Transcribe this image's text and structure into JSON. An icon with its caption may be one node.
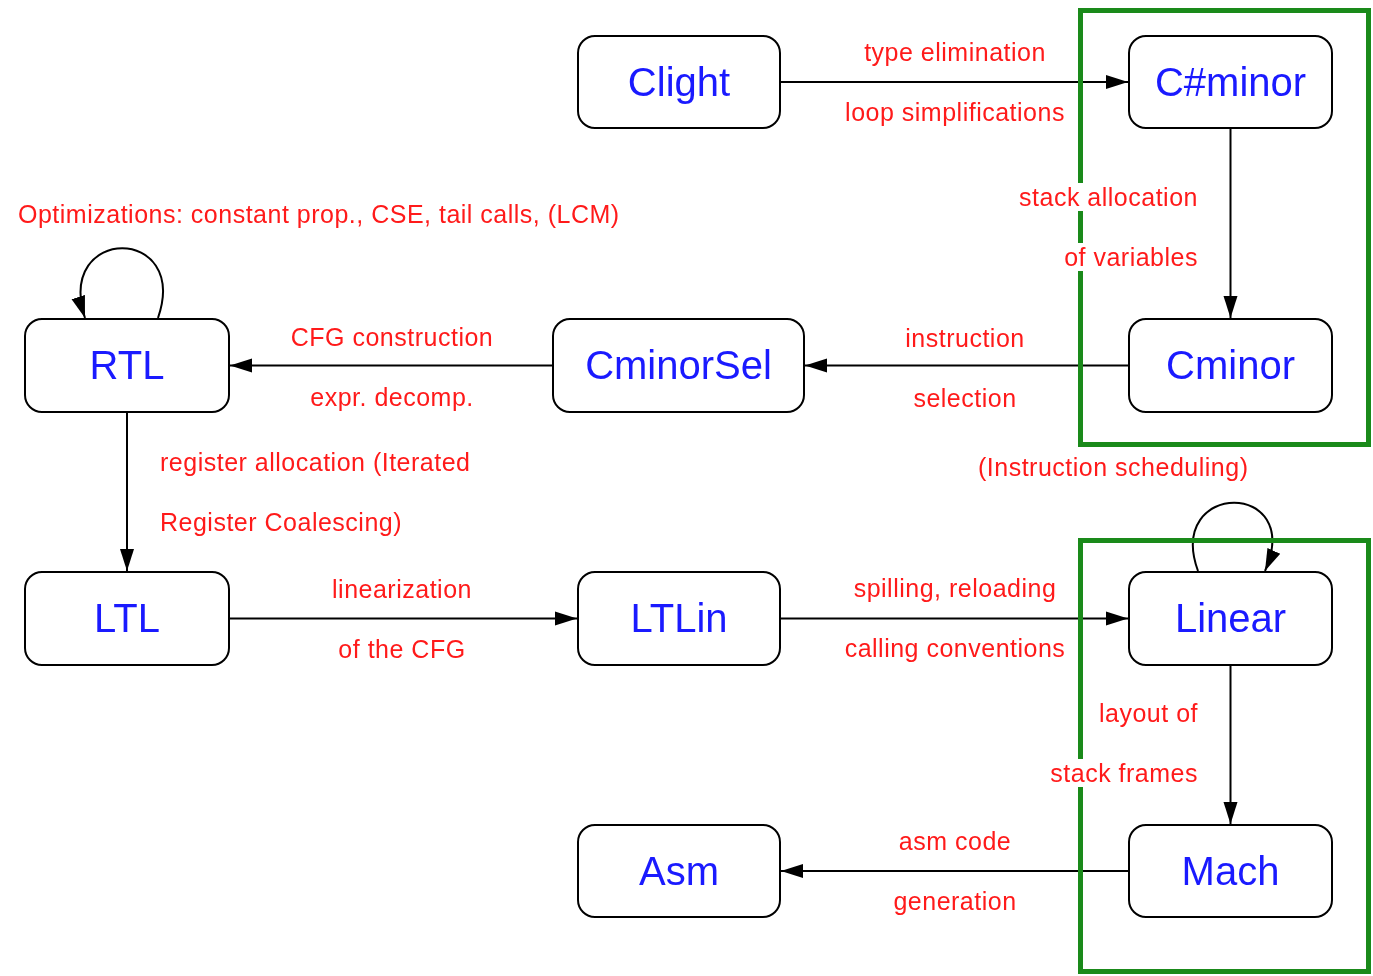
{
  "diagram": {
    "nodes": [
      {
        "text": [
          "Clight"
        ]
      },
      {
        "text": [],
        "shape": "box"
      },
      {
        "text": [
          "C#minor"
        ],
        "in": 1
      },
      {
        "text": [
          "Cminor"
        ],
        "in": 1
      },
      {
        "text": [
          "CminorSel"
        ]
      },
      {
        "text": [
          "RTL"
        ]
      },
      {
        "text": [
          "LTL"
        ]
      },
      {
        "text": [
          "LTLin"
        ]
      },
      {
        "text": [],
        "shape": "box"
      },
      {
        "text": [
          "Linear"
        ],
        "in": 8
      },
      {
        "text": [
          "Mach"
        ],
        "in": 8
      },
      {
        "text": [
          "Asm"
        ]
      }
    ],
    "edges": [
      {
        "from": 0,
        "to": 2,
        "arrow": "to",
        "label": "type elimination loop simplifications"
      },
      {
        "from": 2,
        "to": 3,
        "arrow": "to",
        "label": "stack allocation of variables"
      },
      {
        "from": 3,
        "to": 4,
        "arrow": "to",
        "label": "instruction selection"
      },
      {
        "from": 4,
        "to": 5,
        "arrow": "to",
        "label": "CFG construction expr. decomp."
      },
      {
        "from": 5,
        "to": 5,
        "arrow": "to",
        "label": "Optimizations: constant prop., CSE, tail calls, (LCM)"
      },
      {
        "from": 5,
        "to": 6,
        "arrow": "to",
        "label": "register allocation (Iterated Register Coalescing)"
      },
      {
        "from": 6,
        "to": 7,
        "arrow": "to",
        "label": "linearization of the CFG"
      },
      {
        "from": 7,
        "to": 9,
        "arrow": "to",
        "label": "spilling, reloading calling conventions"
      },
      {
        "from": 9,
        "to": 9,
        "arrow": "to",
        "label": "(Instruction scheduling)"
      },
      {
        "from": 9,
        "to": 10,
        "arrow": "to",
        "label": "layout of stack frames"
      },
      {
        "from": 10,
        "to": 11,
        "arrow": "to",
        "label": "asm code generation"
      }
    ]
  }
}
